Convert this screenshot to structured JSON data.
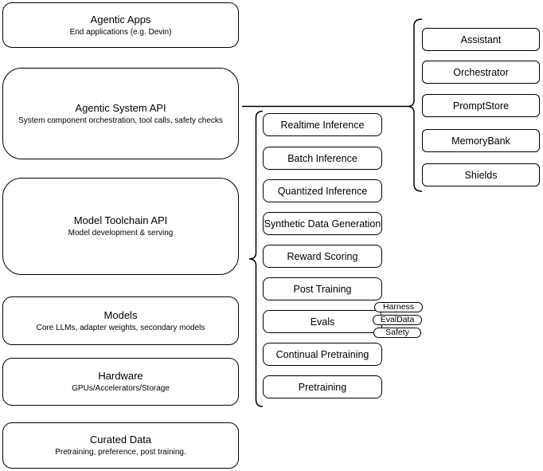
{
  "colors": {
    "stroke": "#000000",
    "background": "#ffffff",
    "text": "#000000"
  },
  "stack": {
    "layers": [
      {
        "title": "Agentic Apps",
        "subtitle": "End applications (e.g. Devin)"
      },
      {
        "title": "Agentic System API",
        "subtitle": "System component orchestration, tool calls, safety checks"
      },
      {
        "title": "Model Toolchain API",
        "subtitle": "Model development & serving"
      },
      {
        "title": "Models",
        "subtitle": "Core LLMs, adapter weights, secondary models"
      },
      {
        "title": "Hardware",
        "subtitle": "GPUs/Accelerators/Storage"
      },
      {
        "title": "Curated Data",
        "subtitle": "Pretraining, preference, post training."
      }
    ]
  },
  "toolchain": {
    "items": [
      "Realtime Inference",
      "Batch Inference",
      "Quantized Inference",
      "Synthetic Data Generation",
      "Reward Scoring",
      "Post Training",
      "Evals",
      "Continual Pretraining",
      "Pretraining"
    ]
  },
  "evals": {
    "tags": [
      "Harness",
      "EvalData",
      "Safety"
    ]
  },
  "system": {
    "components": [
      "Assistant",
      "Orchestrator",
      "PromptStore",
      "MemoryBank",
      "Shields"
    ]
  }
}
